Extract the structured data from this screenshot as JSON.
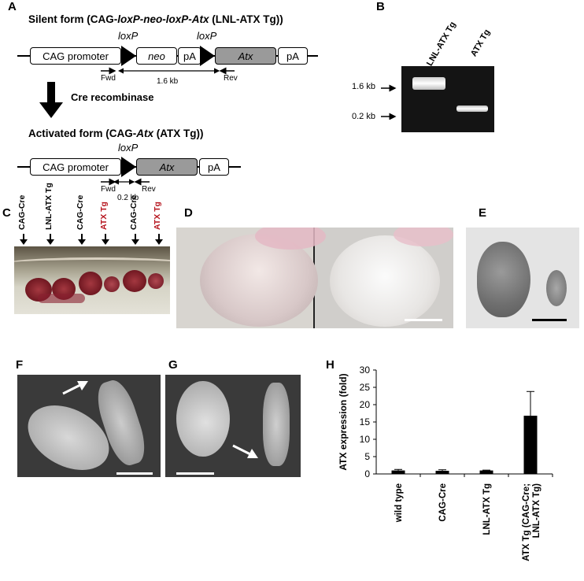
{
  "panels": {
    "a": "A",
    "b": "B",
    "c": "C",
    "d": "D",
    "e": "E",
    "f": "F",
    "g": "G",
    "h": "H"
  },
  "a": {
    "silent_prefix": "Silent form (CAG-",
    "silent_loxp1": "loxP",
    "silent_neo": "-neo-",
    "silent_loxp2": "loxP",
    "silent_atx": "-Atx",
    "silent_suffix": " (LNL-ATX Tg))",
    "loxp": "loxP",
    "cag": "CAG promoter",
    "neo": "neo",
    "pa": "pA",
    "atx": "Atx",
    "fwd": "Fwd",
    "rev": "Rev",
    "len1": "1.6 kb",
    "cre": "Cre recombinase",
    "act_prefix": "Activated form (CAG-",
    "act_atx": "Atx",
    "act_suffix": " (ATX Tg))",
    "len2": "0.2 kb"
  },
  "b": {
    "lane1": "LNL-ATX Tg",
    "lane2": "ATX Tg",
    "marker1": "1.6 kb",
    "marker2": "0.2 kb"
  },
  "c": {
    "labels": [
      {
        "text": "CAG-Cre",
        "color": "black"
      },
      {
        "text": "LNL-ATX Tg",
        "color": "black"
      },
      {
        "text": "CAG-Cre",
        "color": "black"
      },
      {
        "text": "ATX Tg",
        "color": "red"
      },
      {
        "text": "CAG-Cre",
        "color": "black"
      },
      {
        "text": "ATX Tg",
        "color": "red"
      }
    ]
  },
  "colors": {
    "red": "#b5121b",
    "gene_gray": "#9a9a9a",
    "gel_bg": "#141414"
  },
  "chart_data": {
    "type": "bar",
    "categories": [
      "wild type",
      "CAG-Cre",
      "LNL-ATX Tg",
      "ATX Tg (CAG-Cre; LNL-ATX Tg)"
    ],
    "values": [
      1.0,
      0.9,
      1.0,
      16.8
    ],
    "errors": [
      0.3,
      0.3,
      0.1,
      7.0
    ],
    "ylabel": "ATX expression (fold)",
    "ylim": [
      0,
      30
    ],
    "yticks": [
      0,
      5,
      10,
      15,
      20,
      25,
      30
    ],
    "grid": false
  }
}
